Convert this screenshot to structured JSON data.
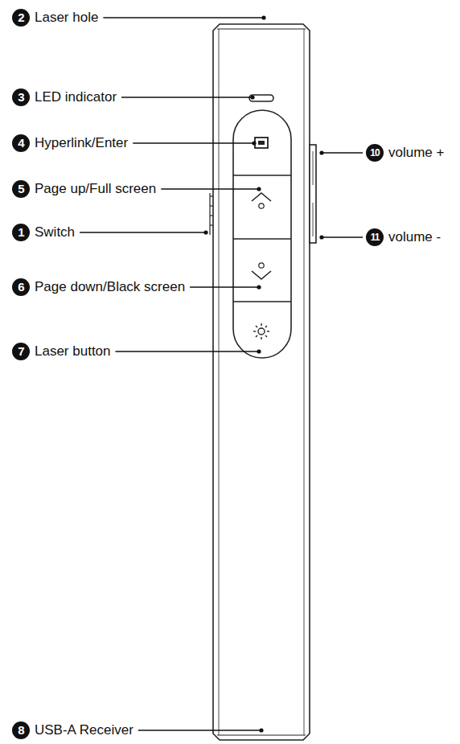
{
  "diagram": {
    "labels": [
      "2",
      "Laser hole",
      "3",
      "LED indicator",
      "4",
      "Hyperlink/Enter",
      "10",
      "volume +",
      "5",
      "Page up/Full screen",
      "1",
      "Switch",
      "11",
      "volume -",
      "6",
      "Page down/Black screen",
      "7",
      "Laser button",
      "8",
      "USB-A Receiver"
    ]
  }
}
